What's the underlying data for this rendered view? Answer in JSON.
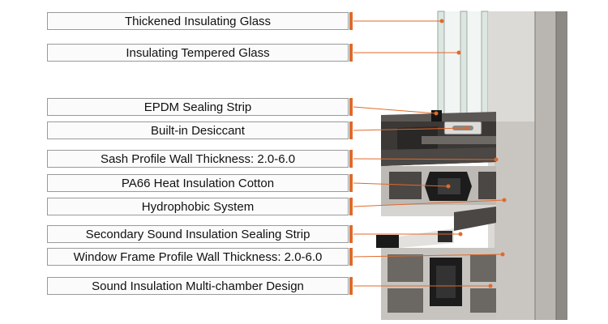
{
  "labels": [
    "Thickened Insulating Glass",
    "Insulating Tempered Glass",
    "EPDM Sealing Strip",
    "Built-in Desiccant",
    "Sash Profile Wall Thickness: 2.0-6.0",
    "PA66 Heat Insulation Cotton",
    "Hydrophobic System",
    "Secondary Sound Insulation Sealing Strip",
    "Window Frame Profile Wall Thickness: 2.0-6.0",
    "Sound Insulation Multi-chamber Design"
  ],
  "colors": {
    "accent": "#e06a2a",
    "frame_dark": "#3b3836",
    "frame_mid": "#8f8c88",
    "frame_light": "#d4d2cf",
    "glass": "#e9efec",
    "insulation": "#1c1c1c"
  },
  "icons": {
    "pointer": "leader-line-dot"
  }
}
